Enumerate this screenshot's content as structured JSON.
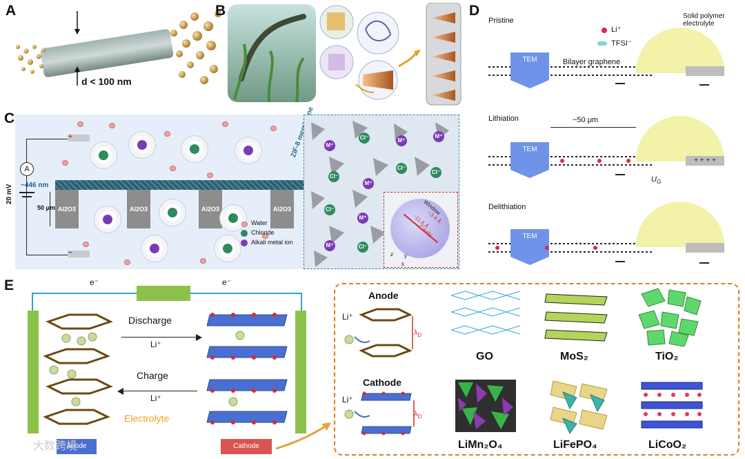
{
  "panels": {
    "A": "A",
    "B": "B",
    "C": "C",
    "D": "D",
    "E": "E"
  },
  "panelA": {
    "diameter_label": "d < 100 nm"
  },
  "panelC": {
    "voltage": "20 mV",
    "thickness": "~446 nm",
    "gap": "50 μm",
    "ammeter": "A",
    "membrane": "ZIF-8 membrane",
    "plus": "+",
    "minus": "−",
    "al2o3": "Al2O3",
    "legend": {
      "water": "Water",
      "chloride": "Chloride",
      "metal": "Alkali metal ion"
    },
    "ion_cl": "Cl⁻",
    "ion_m": "M⁺",
    "window": "Window",
    "cavity": "Cavity",
    "window_size": "~3.4 Å",
    "cavity_size": "~11.6 Å",
    "axes": {
      "x": "x",
      "y": "y",
      "z": "z"
    }
  },
  "panelD": {
    "pristine": "Pristine",
    "lithiation": "Lithiation",
    "delithiation": "Delithiation",
    "li": "Li⁺",
    "tfsi": "TFSI⁻",
    "tem": "TEM",
    "graphene": "Bilayer graphene",
    "spe": "Solid polymer electrolyte",
    "distance": "~50 μm",
    "ug": "U",
    "ug_sub": "G",
    "plusses": "+ + + +"
  },
  "panelE": {
    "electron": "e⁻",
    "discharge": "Discharge",
    "charge": "Charge",
    "li": "Li⁺",
    "electrolyte": "Electrolyte",
    "anode_bar": "Anode",
    "cathode_bar": "Cathode",
    "anode_title": "Anode",
    "cathode_title": "Cathode",
    "lambda": "λ",
    "lambda_sub": "D",
    "materials": [
      "GO",
      "MoS₂",
      "TiO₂",
      "LiMn₂O₄",
      "LiFePO₄",
      "LiCoO₂"
    ]
  },
  "watermark": "大数跨境"
}
